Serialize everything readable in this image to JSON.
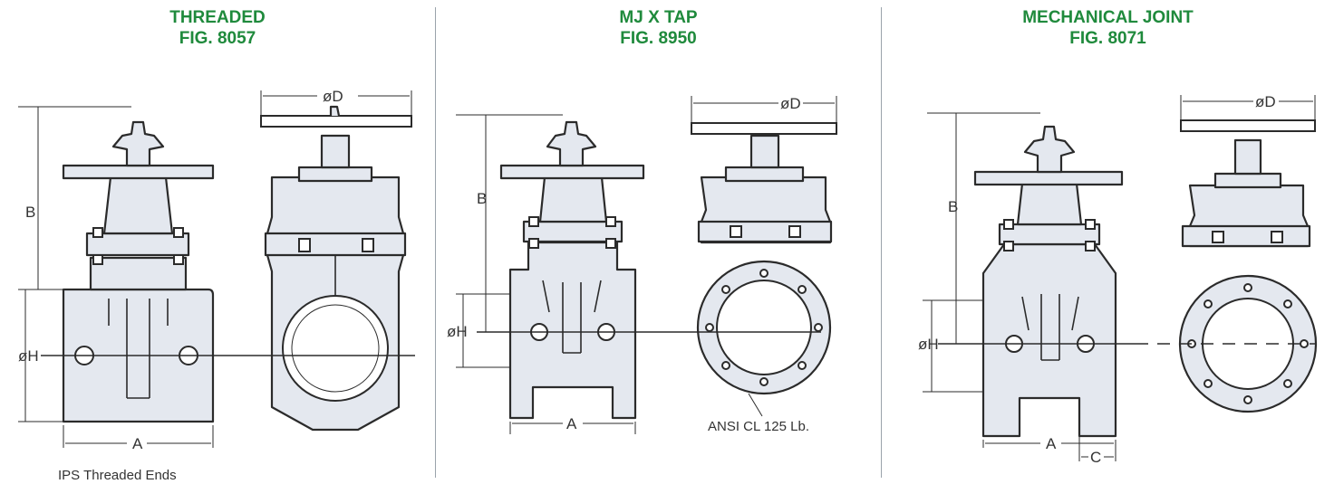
{
  "panels": [
    {
      "title_line1": "THREADED",
      "title_line2": "FIG. 8057",
      "note": "IPS Threaded Ends"
    },
    {
      "title_line1": "MJ X TAP",
      "title_line2": "FIG. 8950",
      "note": "ANSI CL 125 Lb."
    },
    {
      "title_line1": "MECHANICAL JOINT",
      "title_line2": "FIG. 8071",
      "note": ""
    }
  ],
  "dims": {
    "a": "A",
    "b": "B",
    "c": "C",
    "d": "øD",
    "h": "øH"
  },
  "colors": {
    "title": "#1f8a3c",
    "fill": "#e4e8ef",
    "stroke": "#2b2b2b"
  }
}
